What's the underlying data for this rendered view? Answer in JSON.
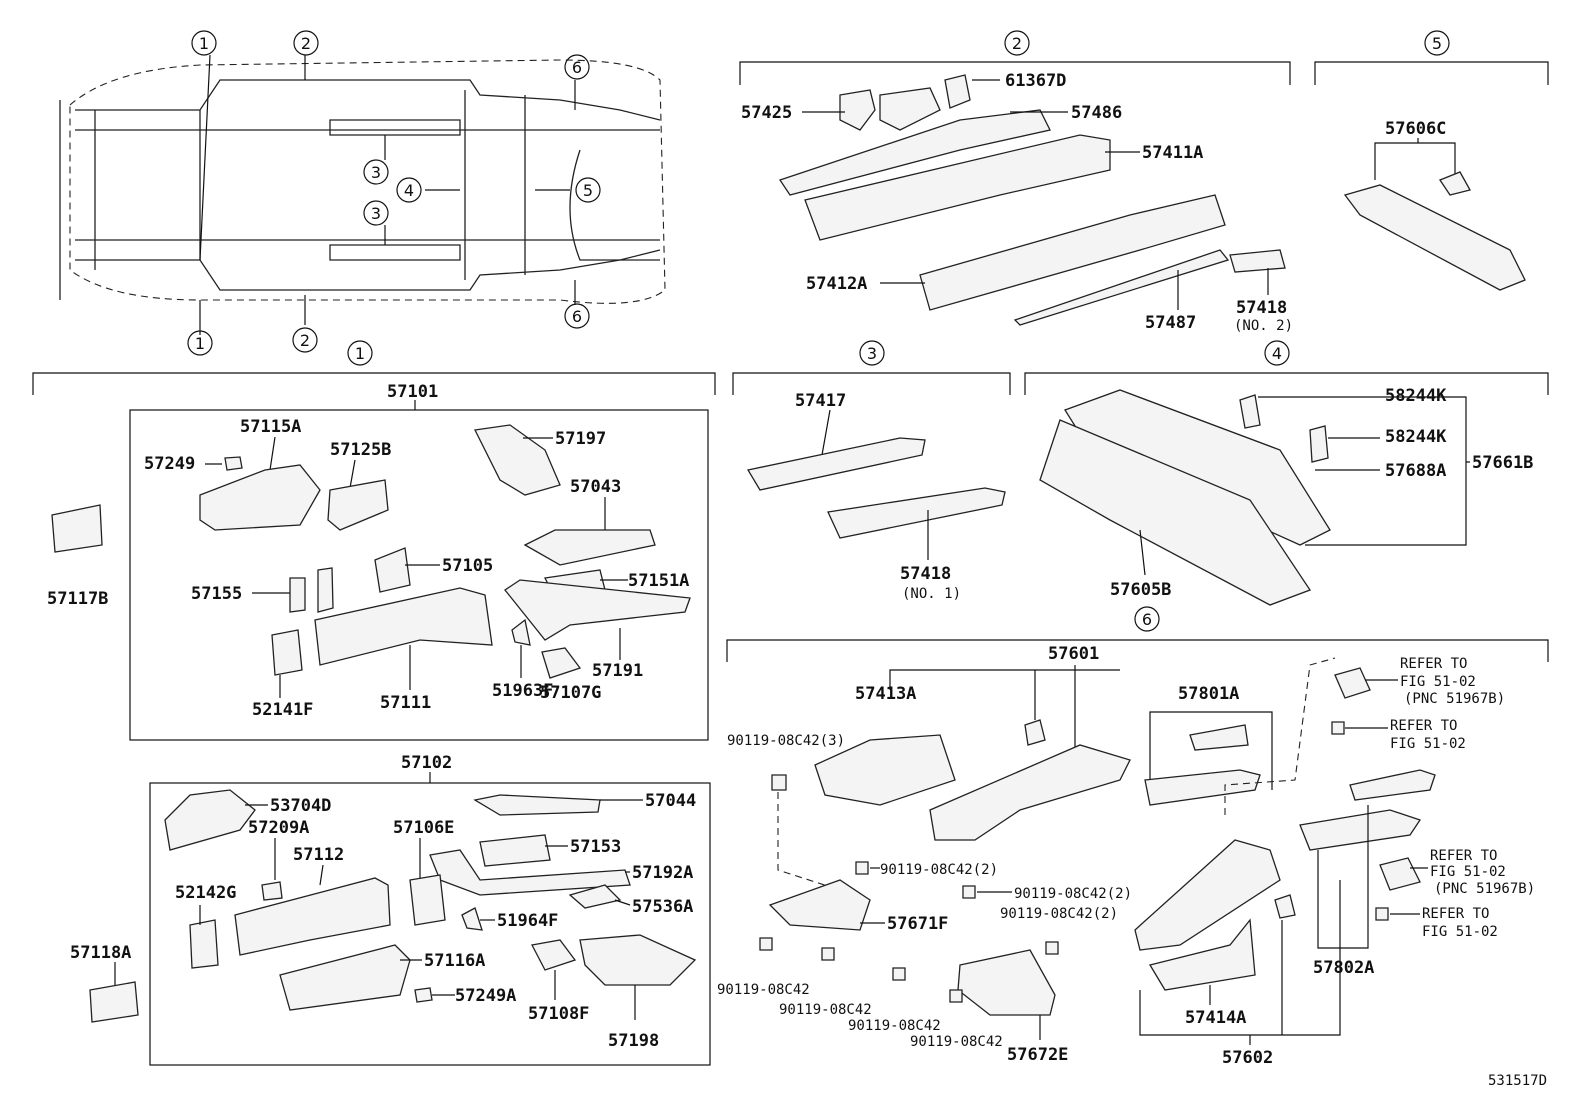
{
  "callouts": {
    "c1": "1",
    "c2": "2",
    "c3": "3",
    "c4": "4",
    "c5": "5",
    "c6": "6"
  },
  "labels": {
    "p61367D": "61367D",
    "p57425": "57425",
    "p57486": "57486",
    "p57411A": "57411A",
    "p57412A": "57412A",
    "p57487": "57487",
    "p57418_2": "57418",
    "no2": "(NO. 2)",
    "p57606C": "57606C",
    "p57101": "57101",
    "p57115A": "57115A",
    "p57125B": "57125B",
    "p57197": "57197",
    "p57249": "57249",
    "p57043": "57043",
    "p57105": "57105",
    "p57151A": "57151A",
    "p57155": "57155",
    "p57117B": "57117B",
    "p52141F": "52141F",
    "p57111": "57111",
    "p51963F": "51963F",
    "p57191": "57191",
    "p57107G": "57107G",
    "p57417": "57417",
    "p57418_1": "57418",
    "no1": "(NO. 1)",
    "p58244K_a": "58244K",
    "p58244K_b": "58244K",
    "p57688A": "57688A",
    "p57661B": "57661B",
    "p57605B": "57605B",
    "p57102": "57102",
    "p53704D": "53704D",
    "p57044": "57044",
    "p57209A": "57209A",
    "p57106E": "57106E",
    "p57112": "57112",
    "p57153": "57153",
    "p52142G": "52142G",
    "p57192A": "57192A",
    "p51964F": "51964F",
    "p57536A": "57536A",
    "p57118A": "57118A",
    "p57116A": "57116A",
    "p57249A": "57249A",
    "p57108F": "57108F",
    "p57198": "57198",
    "p57601": "57601",
    "p57413A": "57413A",
    "p57801A": "57801A",
    "b1": "90119-08C42(3)",
    "b2": "90119-08C42(2)",
    "b3": "90119-08C42(2)",
    "b4": "90119-08C42(2)",
    "b5": "90119-08C42",
    "b6": "90119-08C42",
    "b7": "90119-08C42",
    "b8": "90119-08C42",
    "p57671F": "57671F",
    "p57672E": "57672E",
    "p57414A": "57414A",
    "p57602": "57602",
    "p57802A": "57802A",
    "ref1a": "REFER TO",
    "ref1b": "FIG 51-02",
    "ref1c": "(PNC 51967B)",
    "ref2a": "REFER TO",
    "ref2b": "FIG 51-02",
    "ref3a": "REFER TO",
    "ref3b": "FIG 51-02",
    "ref3c": "(PNC 51967B)",
    "ref4a": "REFER TO",
    "ref4b": "FIG 51-02",
    "diagram_id": "531517D"
  }
}
